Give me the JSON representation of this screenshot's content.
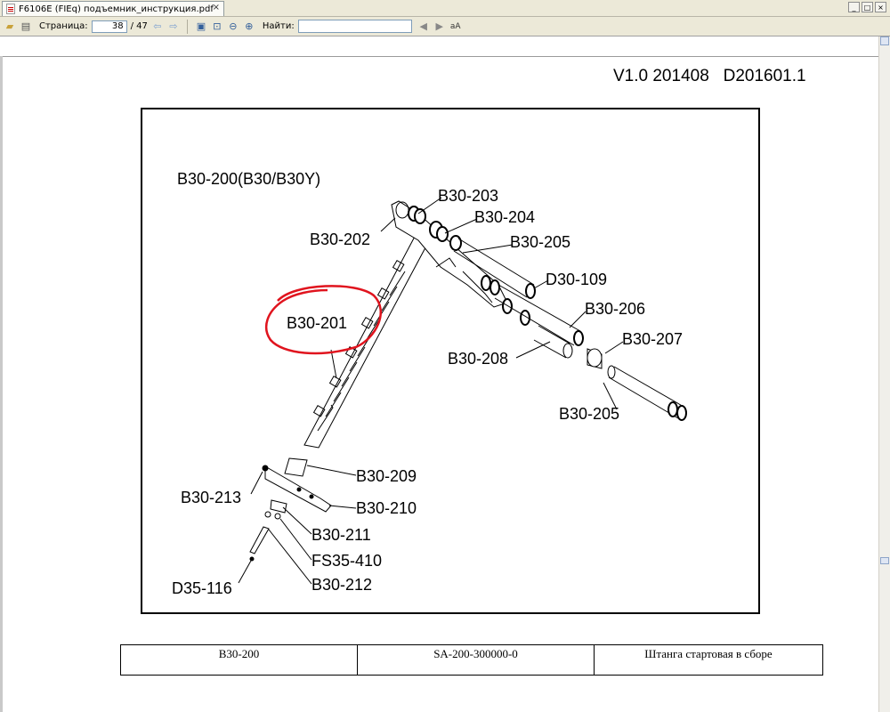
{
  "tab": {
    "title": "F6106E (FIEq) подъемник_инструкция.pdf",
    "close": "×"
  },
  "window_buttons": [
    "_",
    "□",
    "×"
  ],
  "toolbar": {
    "page_label": "Страница:",
    "page_current": "38",
    "page_total": "/ 47",
    "find_label": "Найти:",
    "find_value": ""
  },
  "document": {
    "version": "V1.0 201408   D201601.1",
    "assembly_title": "B30-200(B30/B30Y)",
    "part_labels": {
      "p203": "B30-203",
      "p204": "B30-204",
      "p202": "B30-202",
      "p205a": "B30-205",
      "d109": "D30-109",
      "p201": "B30-201",
      "p206": "B30-206",
      "p207": "B30-207",
      "p208": "B30-208",
      "p205b": "B30-205",
      "p209": "B30-209",
      "p213": "B30-213",
      "p210": "B30-210",
      "p211": "B30-211",
      "fs410": "FS35-410",
      "d116": "D35-116",
      "p212": "B30-212"
    },
    "highlight_color": "#e0141e",
    "table_row": [
      "B30-200",
      "SA-200-300000-0",
      "Штанга стартовая в сборе"
    ]
  }
}
